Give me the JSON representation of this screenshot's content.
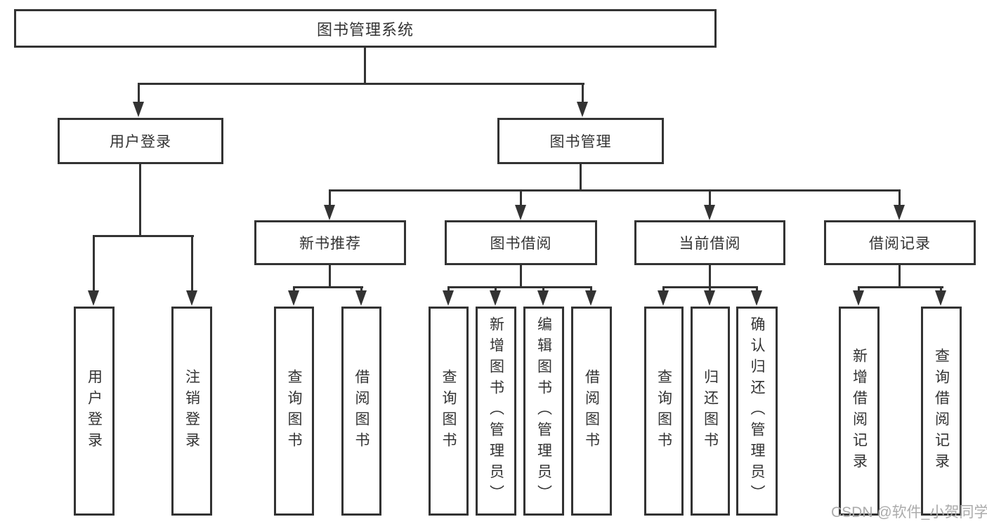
{
  "diagram": {
    "title": "图书管理系统",
    "root": {
      "label": "图书管理系统"
    },
    "branches": [
      {
        "label": "用户登录",
        "children": [
          {
            "label": "用户登录"
          },
          {
            "label": "注销登录"
          }
        ]
      },
      {
        "label": "图书管理",
        "children": [
          {
            "label": "新书推荐",
            "children": [
              {
                "label": "查询图书"
              },
              {
                "label": "借阅图书"
              }
            ]
          },
          {
            "label": "图书借阅",
            "children": [
              {
                "label": "查询图书"
              },
              {
                "label": "新增图书（管理员）"
              },
              {
                "label": "编辑图书（管理员）"
              },
              {
                "label": "借阅图书"
              }
            ]
          },
          {
            "label": "当前借阅",
            "children": [
              {
                "label": "查询图书"
              },
              {
                "label": "归还图书"
              },
              {
                "label": "确认归还（管理员）"
              }
            ]
          },
          {
            "label": "借阅记录",
            "children": [
              {
                "label": "新增借阅记录"
              },
              {
                "label": "查询借阅记录"
              }
            ]
          }
        ]
      }
    ]
  },
  "watermark": {
    "text": "CSDN @软件_小贺同学"
  },
  "colors": {
    "line": "#333333",
    "background": "#ffffff",
    "text": "#333333",
    "watermark_text": "#ababab"
  }
}
